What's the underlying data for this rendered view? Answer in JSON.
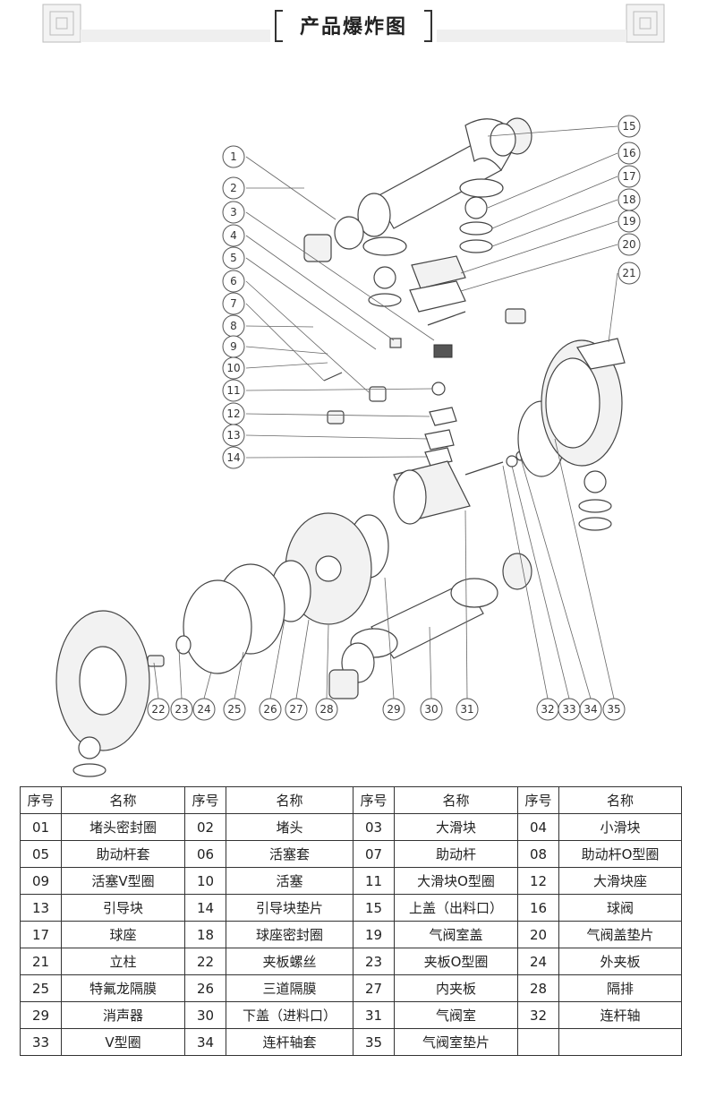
{
  "title": "产品爆炸图",
  "callouts": [
    "1",
    "2",
    "3",
    "4",
    "5",
    "6",
    "7",
    "8",
    "9",
    "10",
    "11",
    "12",
    "13",
    "14",
    "15",
    "16",
    "17",
    "18",
    "19",
    "20",
    "21",
    "22",
    "23",
    "24",
    "25",
    "26",
    "27",
    "28",
    "29",
    "30",
    "31",
    "32",
    "33",
    "34",
    "35"
  ],
  "table": {
    "headers": [
      "序号",
      "名称",
      "序号",
      "名称",
      "序号",
      "名称",
      "序号",
      "名称"
    ],
    "rows": [
      [
        "01",
        "堵头密封圈",
        "02",
        "堵头",
        "03",
        "大滑块",
        "04",
        "小滑块"
      ],
      [
        "05",
        "助动杆套",
        "06",
        "活塞套",
        "07",
        "助动杆",
        "08",
        "助动杆O型圈"
      ],
      [
        "09",
        "活塞V型圈",
        "10",
        "活塞",
        "11",
        "大滑块O型圈",
        "12",
        "大滑块座"
      ],
      [
        "13",
        "引导块",
        "14",
        "引导块垫片",
        "15",
        "上盖（出料口）",
        "16",
        "球阀"
      ],
      [
        "17",
        "球座",
        "18",
        "球座密封圈",
        "19",
        "气阀室盖",
        "20",
        "气阀盖垫片"
      ],
      [
        "21",
        "立柱",
        "22",
        "夹板螺丝",
        "23",
        "夹板O型圈",
        "24",
        "外夹板"
      ],
      [
        "25",
        "特氟龙隔膜",
        "26",
        "三道隔膜",
        "27",
        "内夹板",
        "28",
        "隔排"
      ],
      [
        "29",
        "消声器",
        "30",
        "下盖（进料口）",
        "31",
        "气阀室",
        "32",
        "连杆轴"
      ],
      [
        "33",
        "V型圈",
        "34",
        "连杆轴套",
        "35",
        "气阀室垫片",
        "",
        ""
      ]
    ]
  }
}
